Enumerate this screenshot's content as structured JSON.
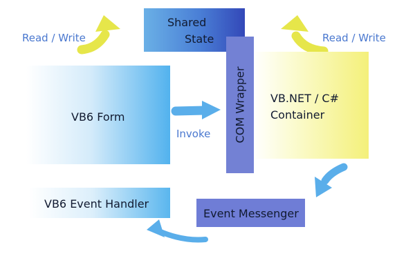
{
  "shared_state": {
    "line1": "Shared",
    "line2": "State"
  },
  "vb6_form": {
    "label": "VB6 Form"
  },
  "com_wrapper": {
    "label": "COM Wrapper"
  },
  "container": {
    "line1": "VB.NET / C#",
    "line2": "Container"
  },
  "invoke": {
    "label": "Invoke"
  },
  "read_write_left": {
    "label": "Read / Write"
  },
  "read_write_right": {
    "label": "Read / Write"
  },
  "event_handler": {
    "label": "VB6 Event Handler"
  },
  "event_messenger": {
    "label": "Event Messenger"
  },
  "colors": {
    "yellow_arrow": "#e6e64a",
    "blue_arrow": "#5aaeea",
    "com_box": "#7381d4",
    "messenger_box": "#6f7dd6",
    "read_write_text": "#4a78cf"
  }
}
